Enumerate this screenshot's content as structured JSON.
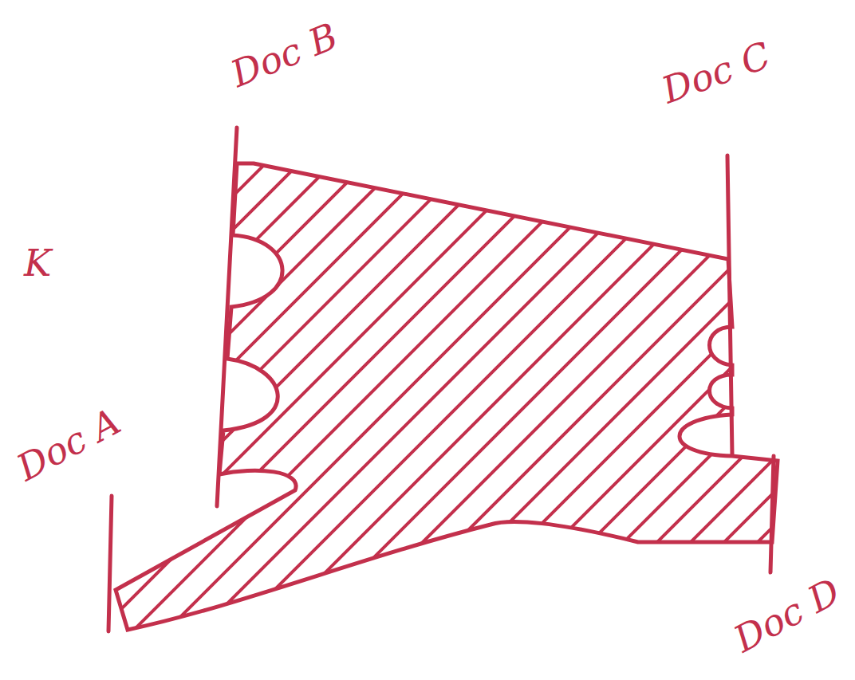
{
  "diagram": {
    "labels": [
      "Doc B",
      "Doc C",
      "K",
      "Doc A",
      "Doc D"
    ]
  }
}
